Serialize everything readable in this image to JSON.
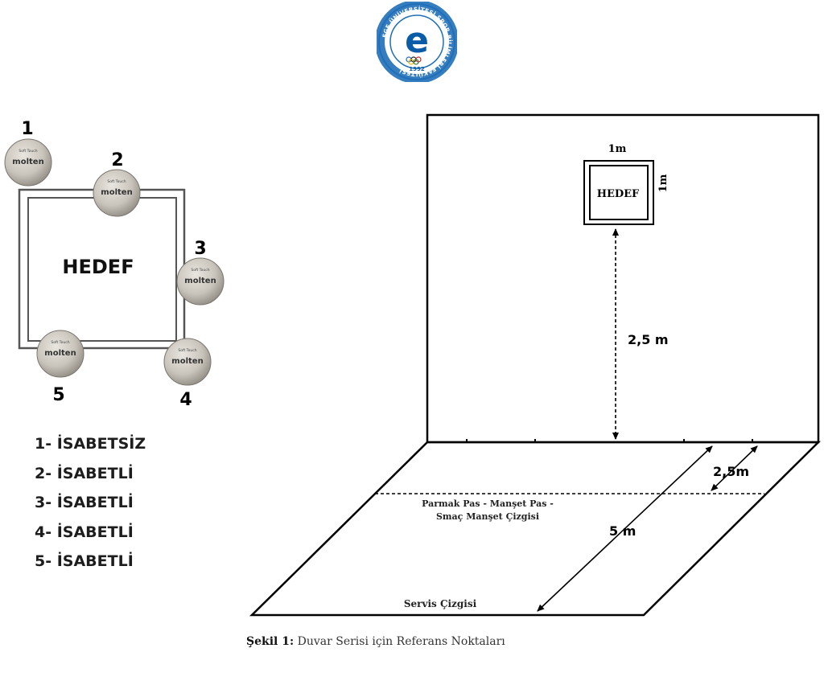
{
  "logo": {
    "ring_text": "EGE ÜNİVERSİTESİ SPOR BİLİMLERİ FAKÜLTESİ",
    "year": "1992",
    "letter": "e",
    "colors": {
      "ring": "#1f6fb8",
      "letter": "#0b5ca8",
      "text": "#ffffff"
    }
  },
  "target_detail": {
    "target_label": "HEDEF",
    "ball_brand": "molten",
    "ball_sublabel": "Soft Touch",
    "balls": [
      {
        "number": "1"
      },
      {
        "number": "2"
      },
      {
        "number": "3"
      },
      {
        "number": "4"
      },
      {
        "number": "5"
      }
    ]
  },
  "legend": {
    "items": [
      "1- İSABETSİZ",
      "2- İSABETLİ",
      "3- İSABETLİ",
      "4- İSABETLİ",
      "5- İSABETLİ"
    ]
  },
  "wall_diagram": {
    "target_label": "HEDEF",
    "target_width": "1m",
    "target_height": "1m",
    "height_label": "2,5 m",
    "depth_near_label": "2,5m",
    "depth_total_label": "5 m",
    "pass_line_label_1": "Parmak Pas - Manşet Pas -",
    "pass_line_label_2": "Smaç Manşet Çizgisi",
    "serve_line_label": "Servis Çizgisi"
  },
  "caption": {
    "prefix": "Şekil 1:",
    "text": " Duvar Serisi için Referans Noktaları"
  }
}
